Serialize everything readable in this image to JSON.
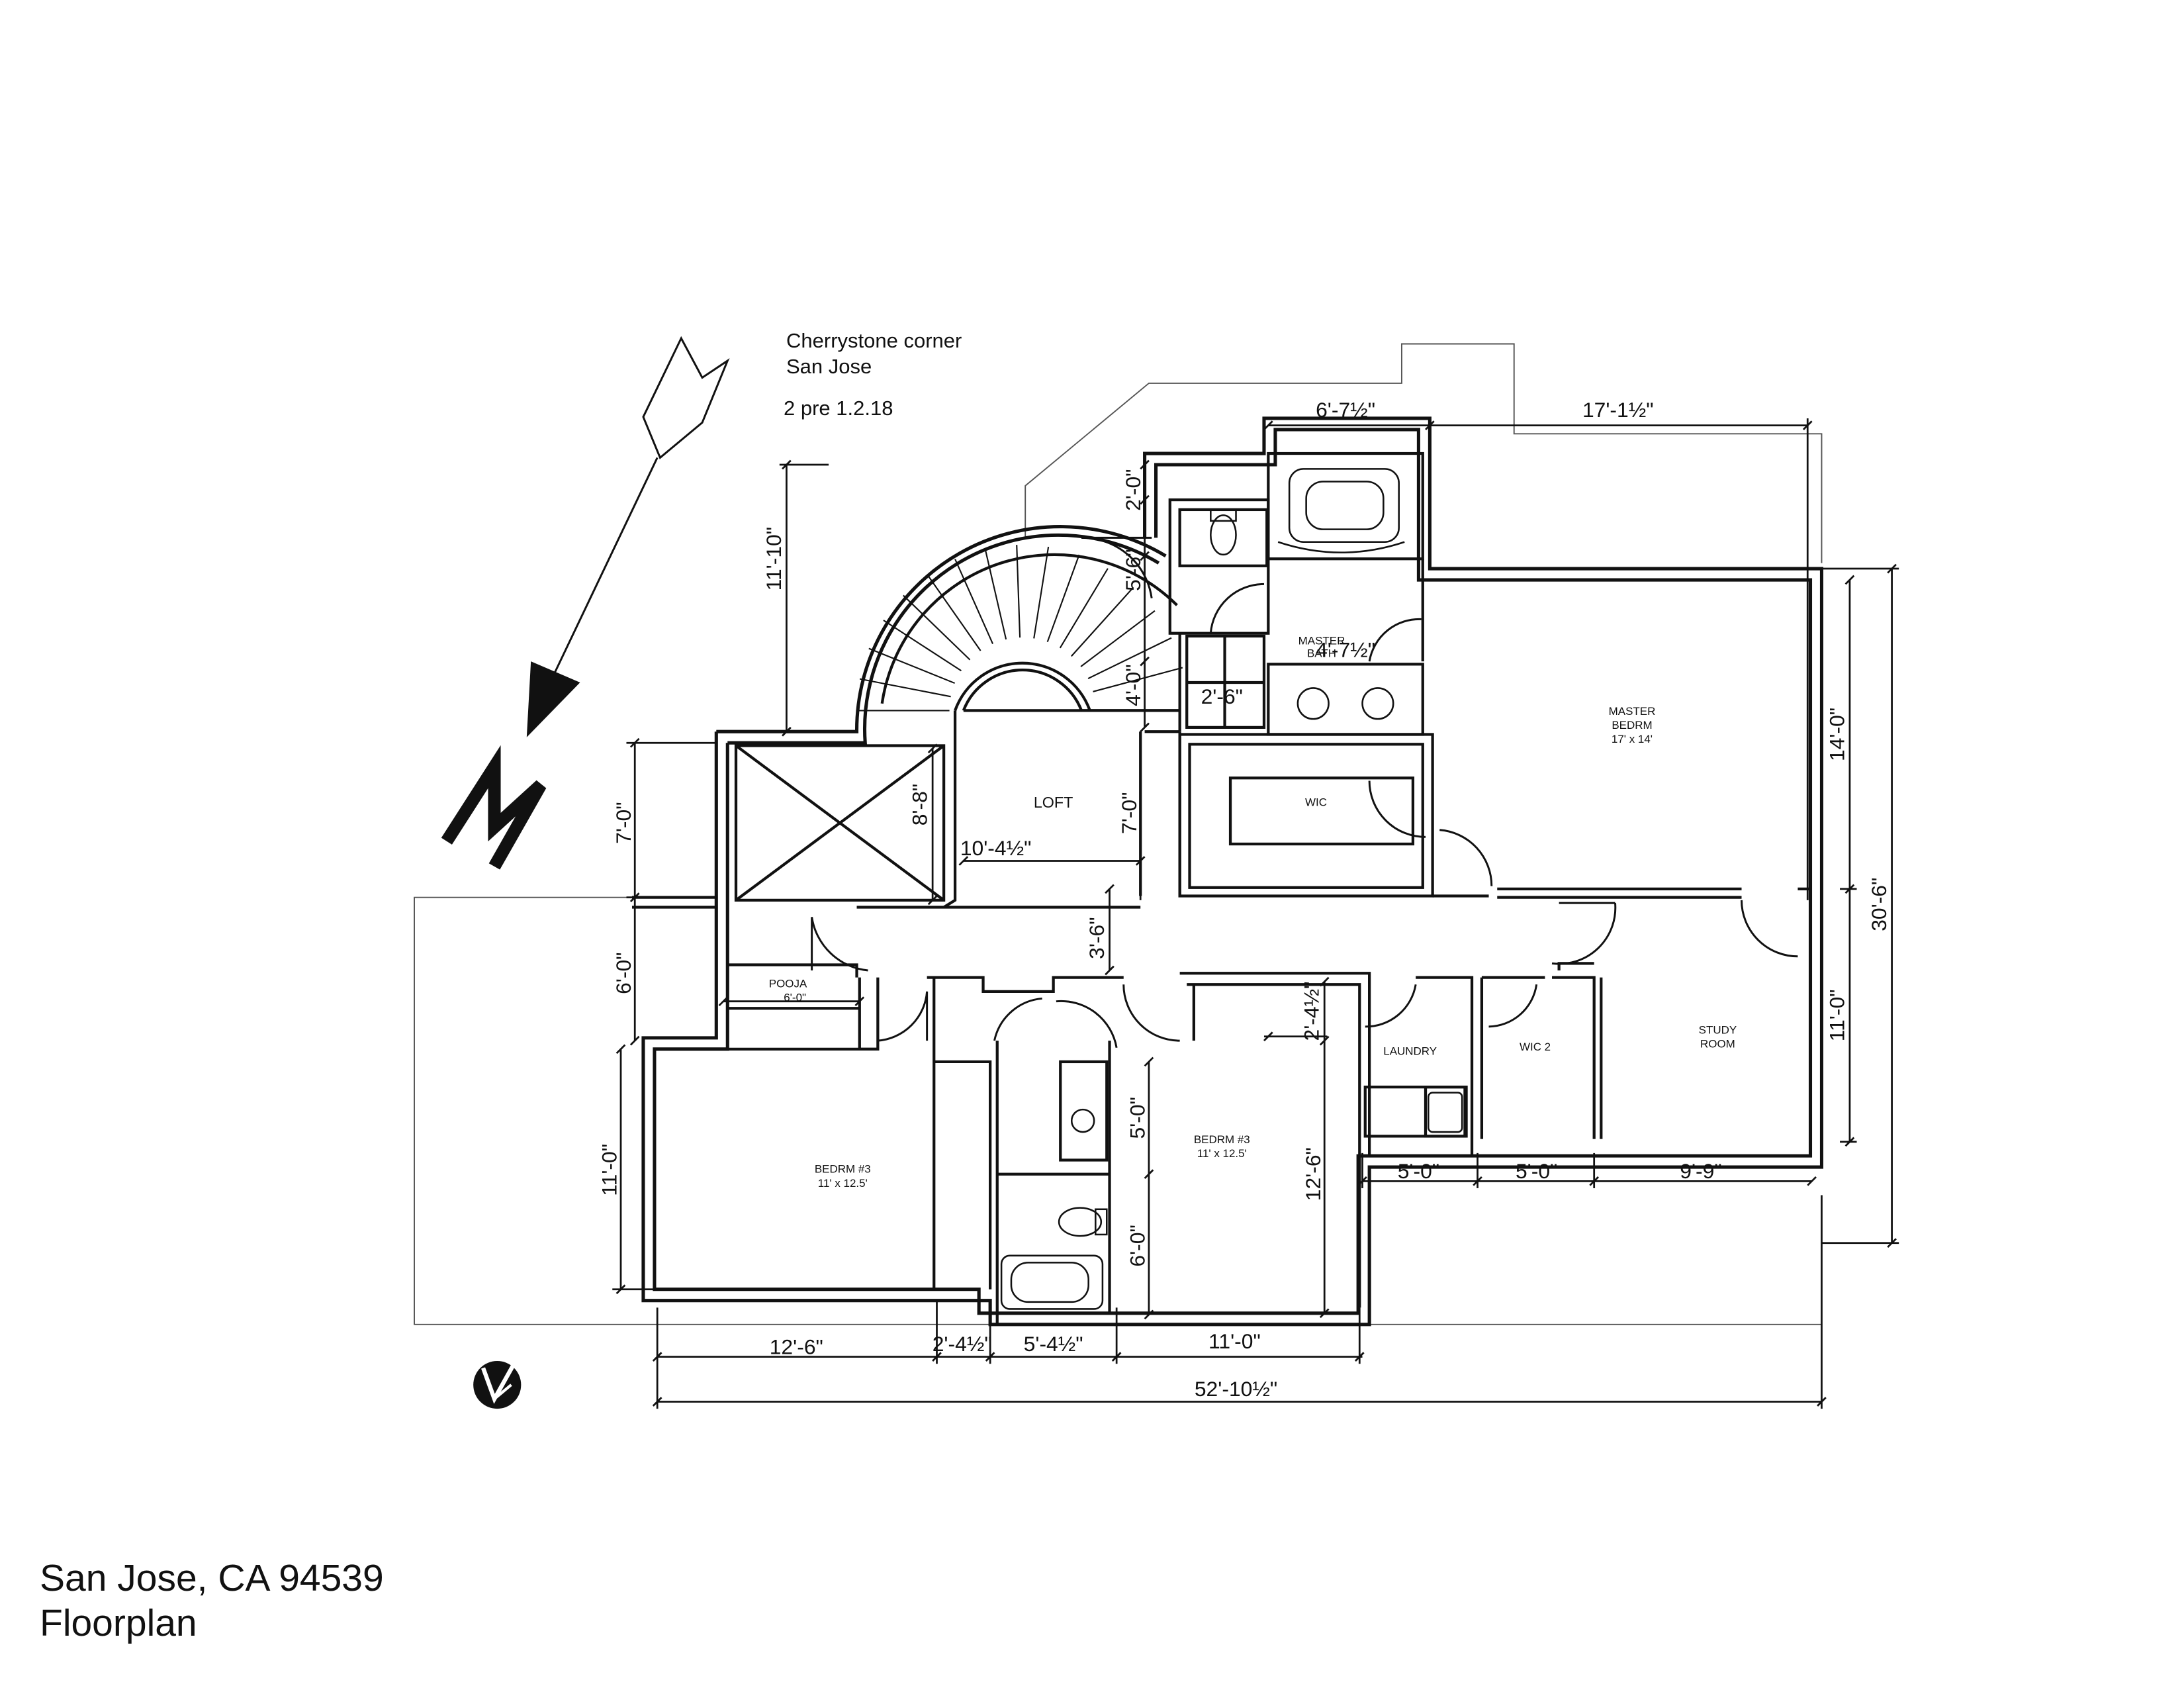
{
  "project": {
    "line1": "Cherrystone corner",
    "line2": "San Jose",
    "revision": "2 pre 1.2.18"
  },
  "footer": {
    "address": "San Jose, CA 94539",
    "sheet": "Floorplan"
  },
  "north_label": "N",
  "rooms": [
    {
      "name": "MASTER",
      "name2": "BEDRM",
      "size": "17' x 14'"
    },
    {
      "name": "MASTER",
      "name2": "BATH",
      "size": ""
    },
    {
      "name": "WIC"
    },
    {
      "name": "LOFT"
    },
    {
      "name": "POOJA",
      "size": "6'-0\""
    },
    {
      "name": "LAUNDRY"
    },
    {
      "name": "WIC 2"
    },
    {
      "name": "STUDY",
      "name2": "ROOM"
    },
    {
      "name": "BEDRM #3",
      "size": "11' x 12.5'"
    },
    {
      "name": "BEDRM #3",
      "size": "11' x 12.5'"
    }
  ],
  "dimensions": {
    "d01": "6'-7½\"",
    "d02": "17'-1½\"",
    "d03": "2'-0\"",
    "d04": "5'-6\"",
    "d05": "4'-0\"",
    "d06": "11'-10\"",
    "d07": "7'-0\"",
    "d08": "6'-0\"",
    "d09": "11'-0\"",
    "d10": "8'-8\"",
    "d11": "10'-4½\"",
    "d12": "7'-0\"",
    "d13": "3'-6\"",
    "d14": "2'-6\"",
    "d15": "14'-0\"",
    "d16": "30'-6\"",
    "d17": "11'-0\"",
    "d18": "2'-4½\"",
    "d19": "5'-0\"",
    "d20": "6'-0\"",
    "d21": "12'-6\"",
    "d22": "5'-0\"",
    "d23": "5'-0\"",
    "d24": "9'-9\"",
    "d25": "12'-6\"",
    "d26": "2'-4½\"",
    "d27": "5'-4½\"",
    "d28": "11'-0\"",
    "d29": "52'-10½\"",
    "d30": "4'-7½\""
  }
}
